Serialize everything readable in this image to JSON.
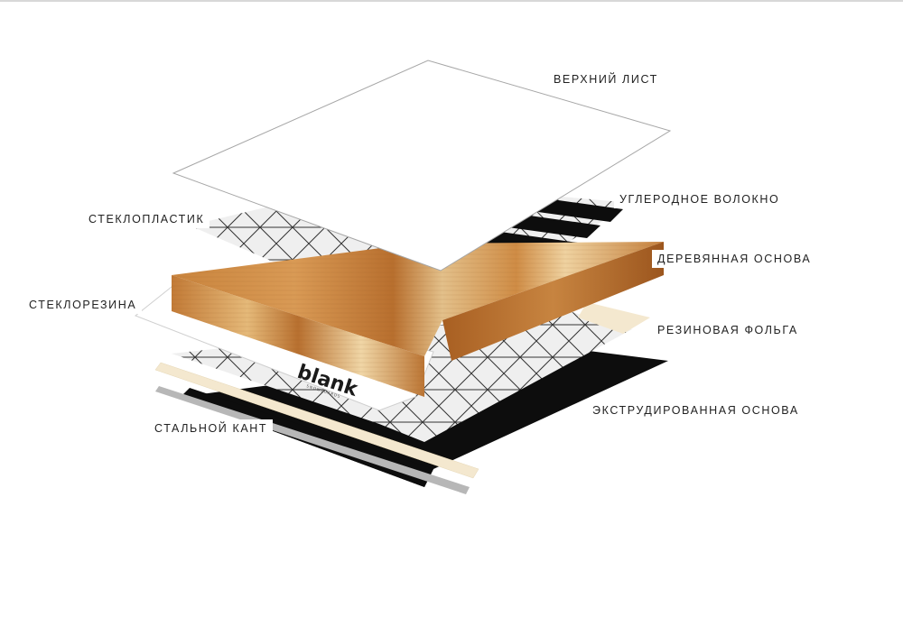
{
  "labels": {
    "top_sheet": "ВЕРХНИЙ ЛИСТ",
    "carbon_fiber": "УГЛЕРОДНОЕ ВОЛОКНО",
    "fiberglass": "СТЕКЛОПЛАСТИК",
    "wood_core": "ДЕРЕВЯННАЯ ОСНОВА",
    "glass_rubber": "СТЕКЛОРЕЗИНА",
    "rubber_foil": "РЕЗИНОВАЯ ФОЛЬГА",
    "extruded_base": "ЭКСТРУДИРОВАННАЯ ОСНОВА",
    "steel_edge": "СТАЛЬНОЙ КАНТ"
  },
  "logo": {
    "text": "blank",
    "subtext": "SNOWBOARDS"
  },
  "colors": {
    "base_black": "#0d0d0d",
    "fiberglass_bg": "#efefef",
    "fiberglass_lines": "#333333",
    "wood_dark": "#b86f2e",
    "wood_light": "#e3c08a",
    "rubber_foil": "#f4e8cf",
    "steel": "#b7b7b7",
    "label_text": "#222222"
  }
}
